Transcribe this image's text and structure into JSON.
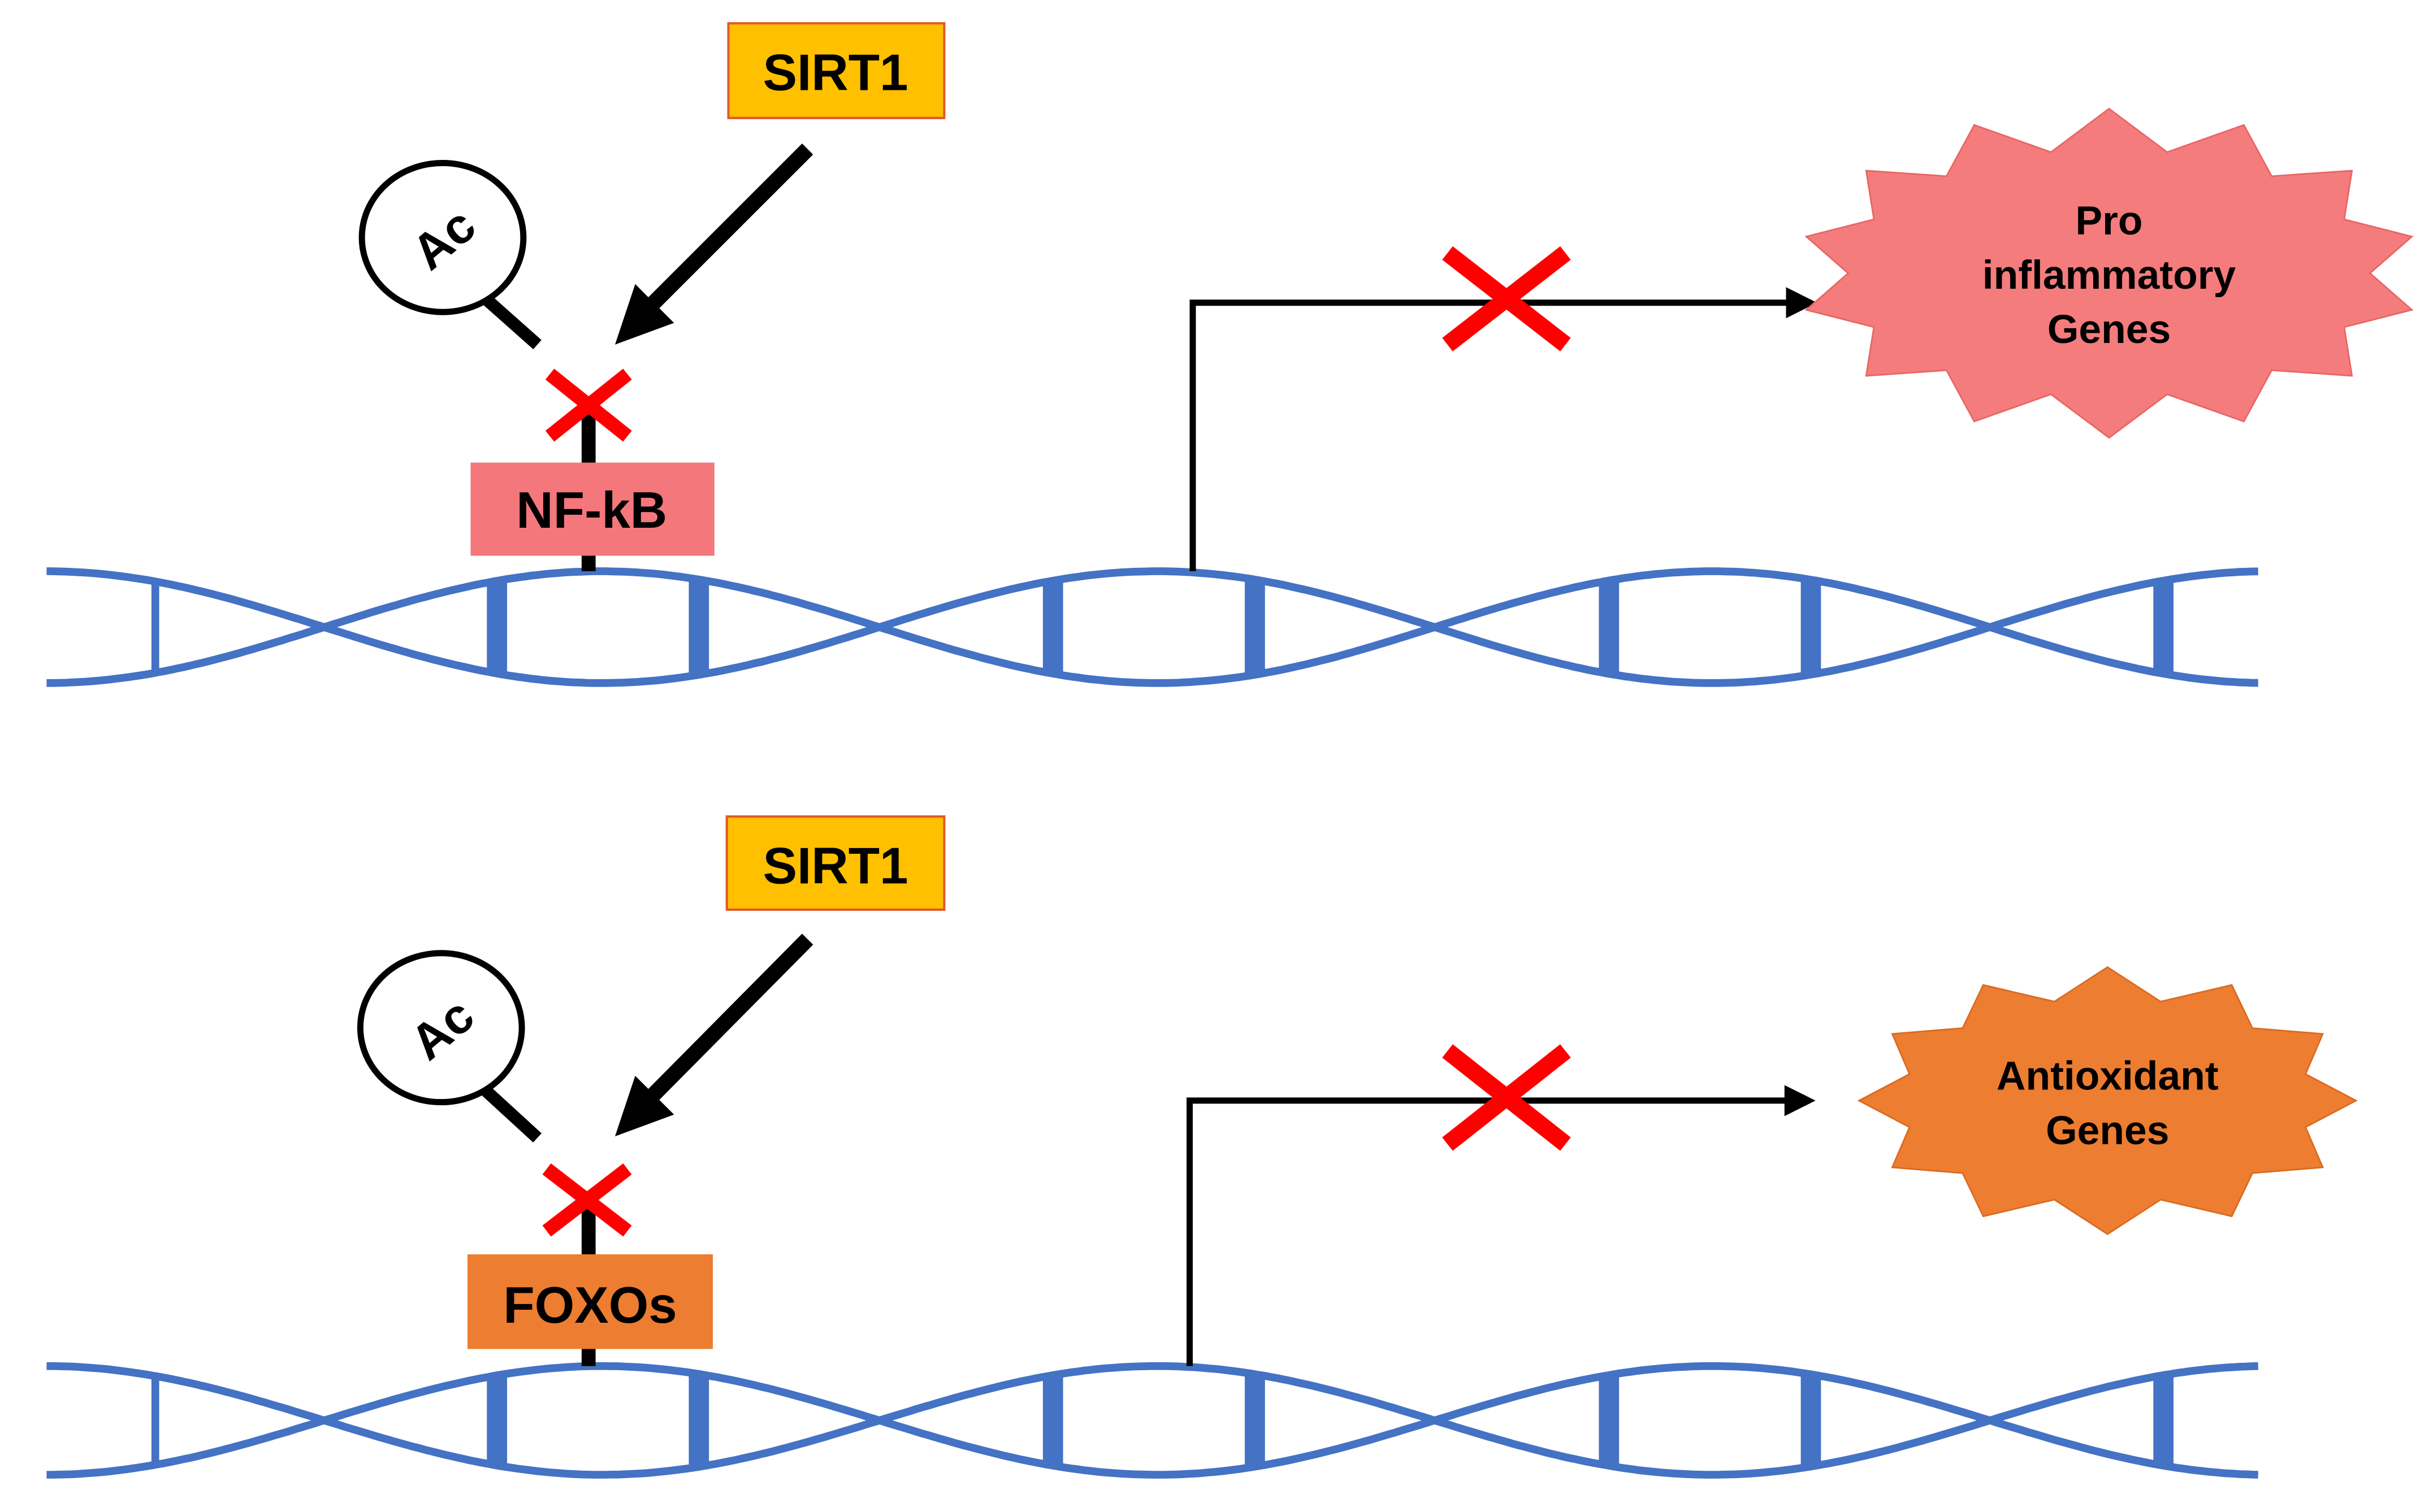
{
  "panels": [
    {
      "enzyme": "SIRT1",
      "acetyl": "Ac",
      "factor": "NF-kB",
      "genes": [
        "Pro",
        "inflammatory",
        "Genes"
      ]
    },
    {
      "enzyme": "SIRT1",
      "acetyl": "Ac",
      "factor": "FOXOs",
      "genes": [
        "Antioxidant",
        "Genes"
      ]
    }
  ],
  "colors": {
    "dna": "#4472C4",
    "sirt1_box": "#FFC000",
    "sirt1_border": "#E05A2A",
    "nfkb_box": "#F4777C",
    "foxos_box": "#ED7D31",
    "pro_inflammatory_burst": "#F47C7C",
    "antioxidant_burst": "#ED7D31",
    "block_mark": "#FF0000",
    "arrow": "#000000"
  },
  "icons": {
    "block_mark": "red-x-icon",
    "arrow": "arrow-icon"
  }
}
